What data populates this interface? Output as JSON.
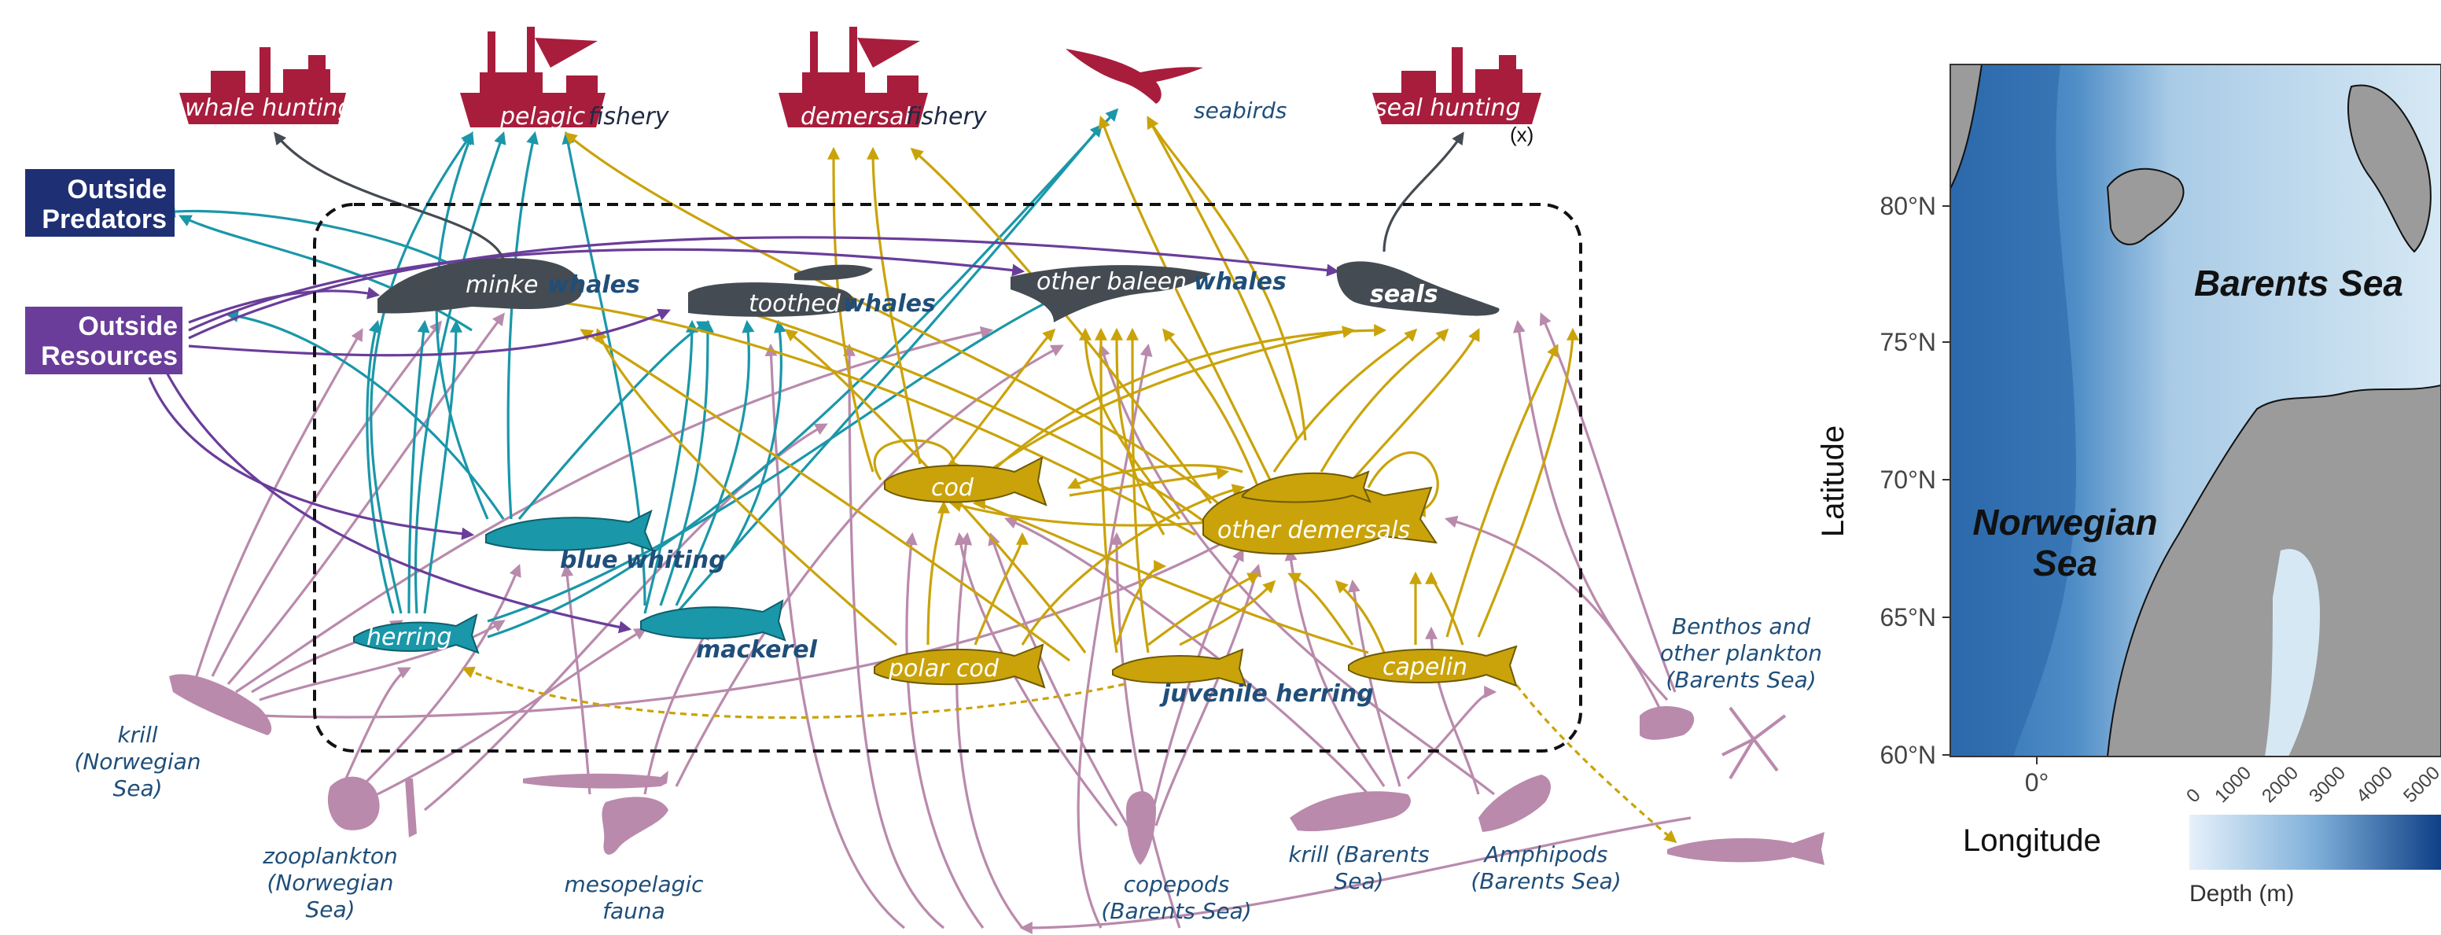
{
  "colors": {
    "fishery_red": "#a81d3c",
    "outside_predators_box": "#1f2f74",
    "outside_resources_box": "#6a3d9a",
    "teal_pelagic": "#1a97a9",
    "gold_demersal": "#caa30a",
    "mauve_plankton": "#b98aac",
    "mammal_gray": "#454b52",
    "label_blue": "#1f4e79",
    "dashed_box": "#111111"
  },
  "fisheries": [
    {
      "label": "whale hunting",
      "suffix": ""
    },
    {
      "label": "pelagic",
      "suffix": "fishery"
    },
    {
      "label": "demersal",
      "suffix": "fishery"
    },
    {
      "label": "seal hunting",
      "suffix": "(x)"
    }
  ],
  "seabirds_label": "seabirds",
  "outside": {
    "predators": [
      "Outside",
      "Predators"
    ],
    "resources": [
      "Outside",
      "Resources"
    ]
  },
  "mammals": {
    "minke": {
      "white": "minke",
      "blue": "whales"
    },
    "toothed": {
      "white": "toothed",
      "blue": "whales"
    },
    "baleen": {
      "white": "other baleen",
      "blue": "whales"
    },
    "seals": {
      "white": "seals"
    }
  },
  "fish": {
    "blue_whiting": "blue whiting",
    "herring": "herring",
    "mackerel": "mackerel",
    "cod": "cod",
    "other_demersals": "other demersals",
    "polar_cod": "polar cod",
    "juvenile_herring": "juvenile herring",
    "capelin": "capelin"
  },
  "prey": {
    "krill_norw": [
      "krill",
      "(Norwegian",
      "Sea)"
    ],
    "zooplankton": [
      "zooplankton",
      "(Norwegian",
      "Sea)"
    ],
    "mesopelagic": [
      "mesopelagic",
      "fauna"
    ],
    "copepods": [
      "copepods",
      "(Barents Sea)"
    ],
    "krill_barents": [
      "krill (Barents",
      "Sea)"
    ],
    "amphipods": [
      "Amphipods",
      "(Barents Sea)"
    ],
    "benthos": [
      "Benthos and",
      "other plankton",
      "(Barents Sea)"
    ]
  },
  "map": {
    "ylabel": "Latitude",
    "xlabel": "Longitude",
    "lat_ticks": [
      "80°N",
      "75°N",
      "70°N",
      "65°N",
      "60°N"
    ],
    "lon_tick": "0°",
    "sea_labels": {
      "barents": "Barents Sea",
      "norwegian": [
        "Norwegian",
        "Sea"
      ]
    },
    "depth_title": "Depth (m)",
    "depth_ticks": [
      "0",
      "1000",
      "2000",
      "3000",
      "4000",
      "5000"
    ],
    "ocean_dark": "#3a78b8",
    "ocean_light": "#d6e8f4",
    "land": "#9b9b9b"
  }
}
